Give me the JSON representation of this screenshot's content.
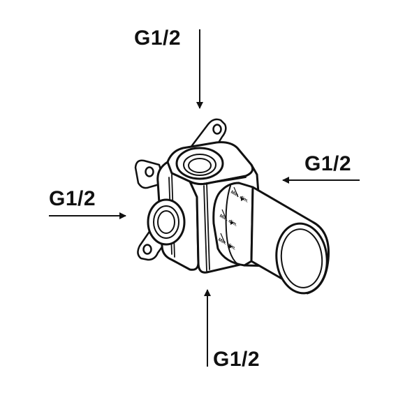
{
  "labels": {
    "top": "G1/2",
    "right": "G1/2",
    "left": "G1/2",
    "bottom": "G1/2"
  },
  "sleeve_markings": {
    "top": "Min. dim.",
    "middle": "Min. dim.",
    "bottom": "Min. dim."
  },
  "colors": {
    "line": "#111111",
    "fill": "#ffffff"
  }
}
